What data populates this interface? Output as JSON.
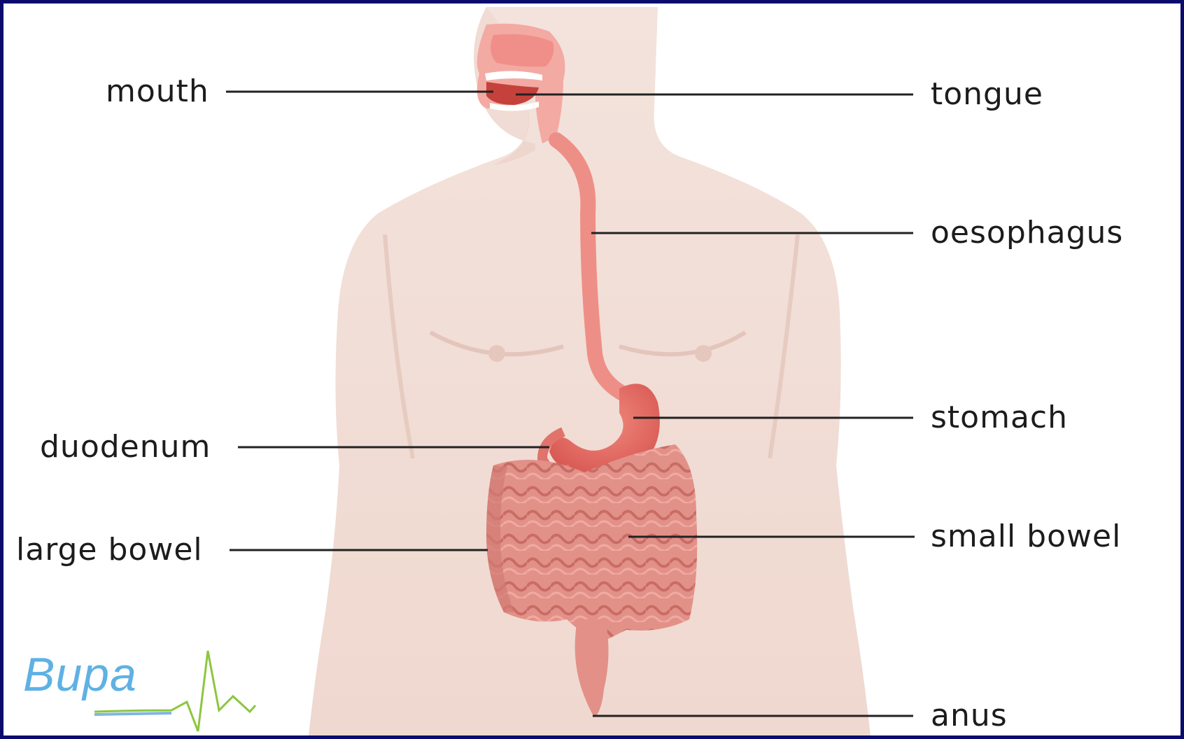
{
  "labels": {
    "mouth": "mouth",
    "tongue": "tongue",
    "oesophagus": "oesophagus",
    "stomach": "stomach",
    "duodenum": "duodenum",
    "large_bowel": "large bowel",
    "small_bowel": "small bowel",
    "anus": "anus"
  },
  "logo": {
    "text": "Bupa",
    "color": "#5fb1e3",
    "wave_color": "#8cc63f"
  },
  "colors": {
    "frame": "#0b0b6e",
    "body_skin": "#f1ddd5",
    "organ": "#e46b6b",
    "bowel": "#dd8a82",
    "leader_line": "#222222"
  }
}
